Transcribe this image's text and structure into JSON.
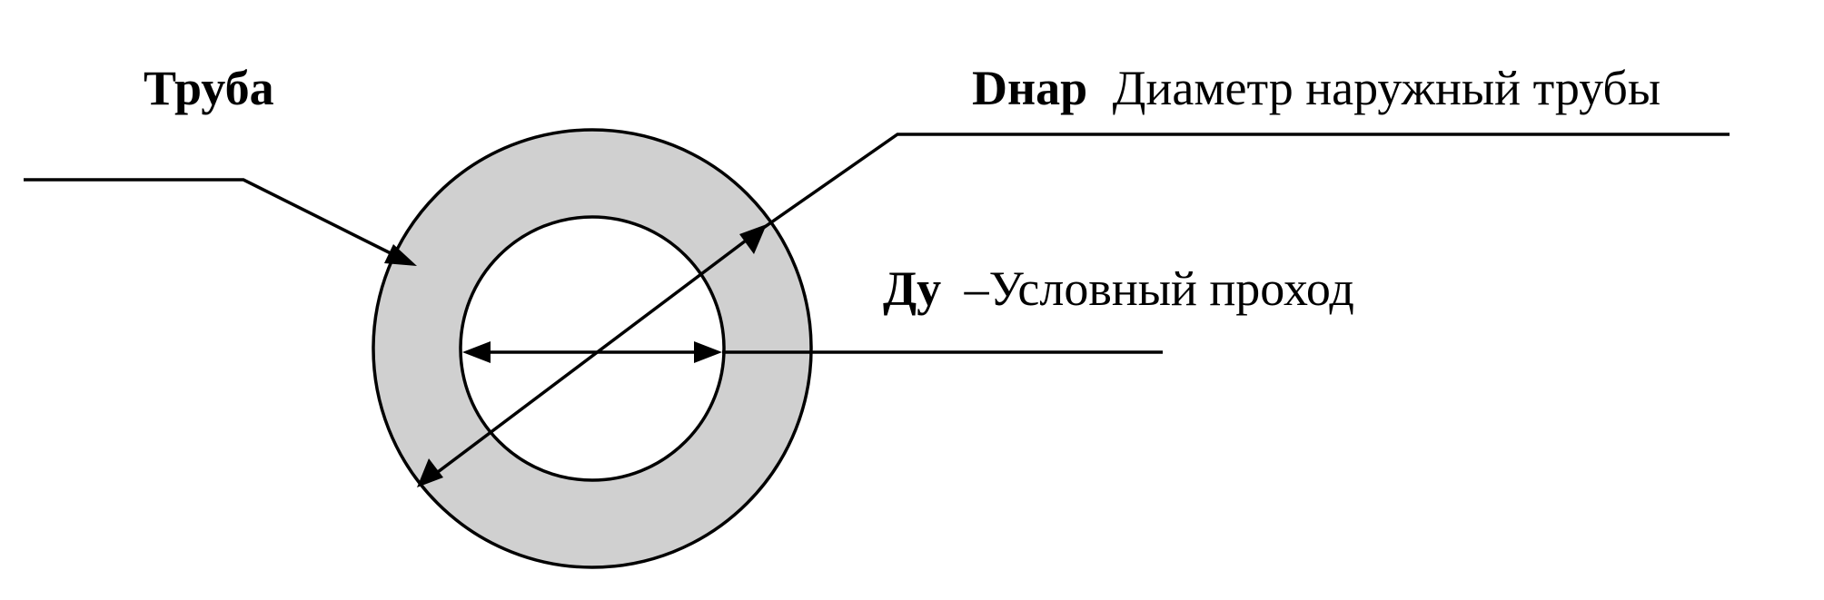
{
  "labels": {
    "pipe": "Труба",
    "outer_diameter_symbol": "Dнар",
    "outer_diameter_text": "Диаметр наружный трубы",
    "nominal_bore_symbol": "Ду",
    "nominal_bore_text": "–Условный проход"
  },
  "colors": {
    "pipe_wall": "#d0d0d0",
    "bore": "#ffffff",
    "lines": "#000000"
  }
}
